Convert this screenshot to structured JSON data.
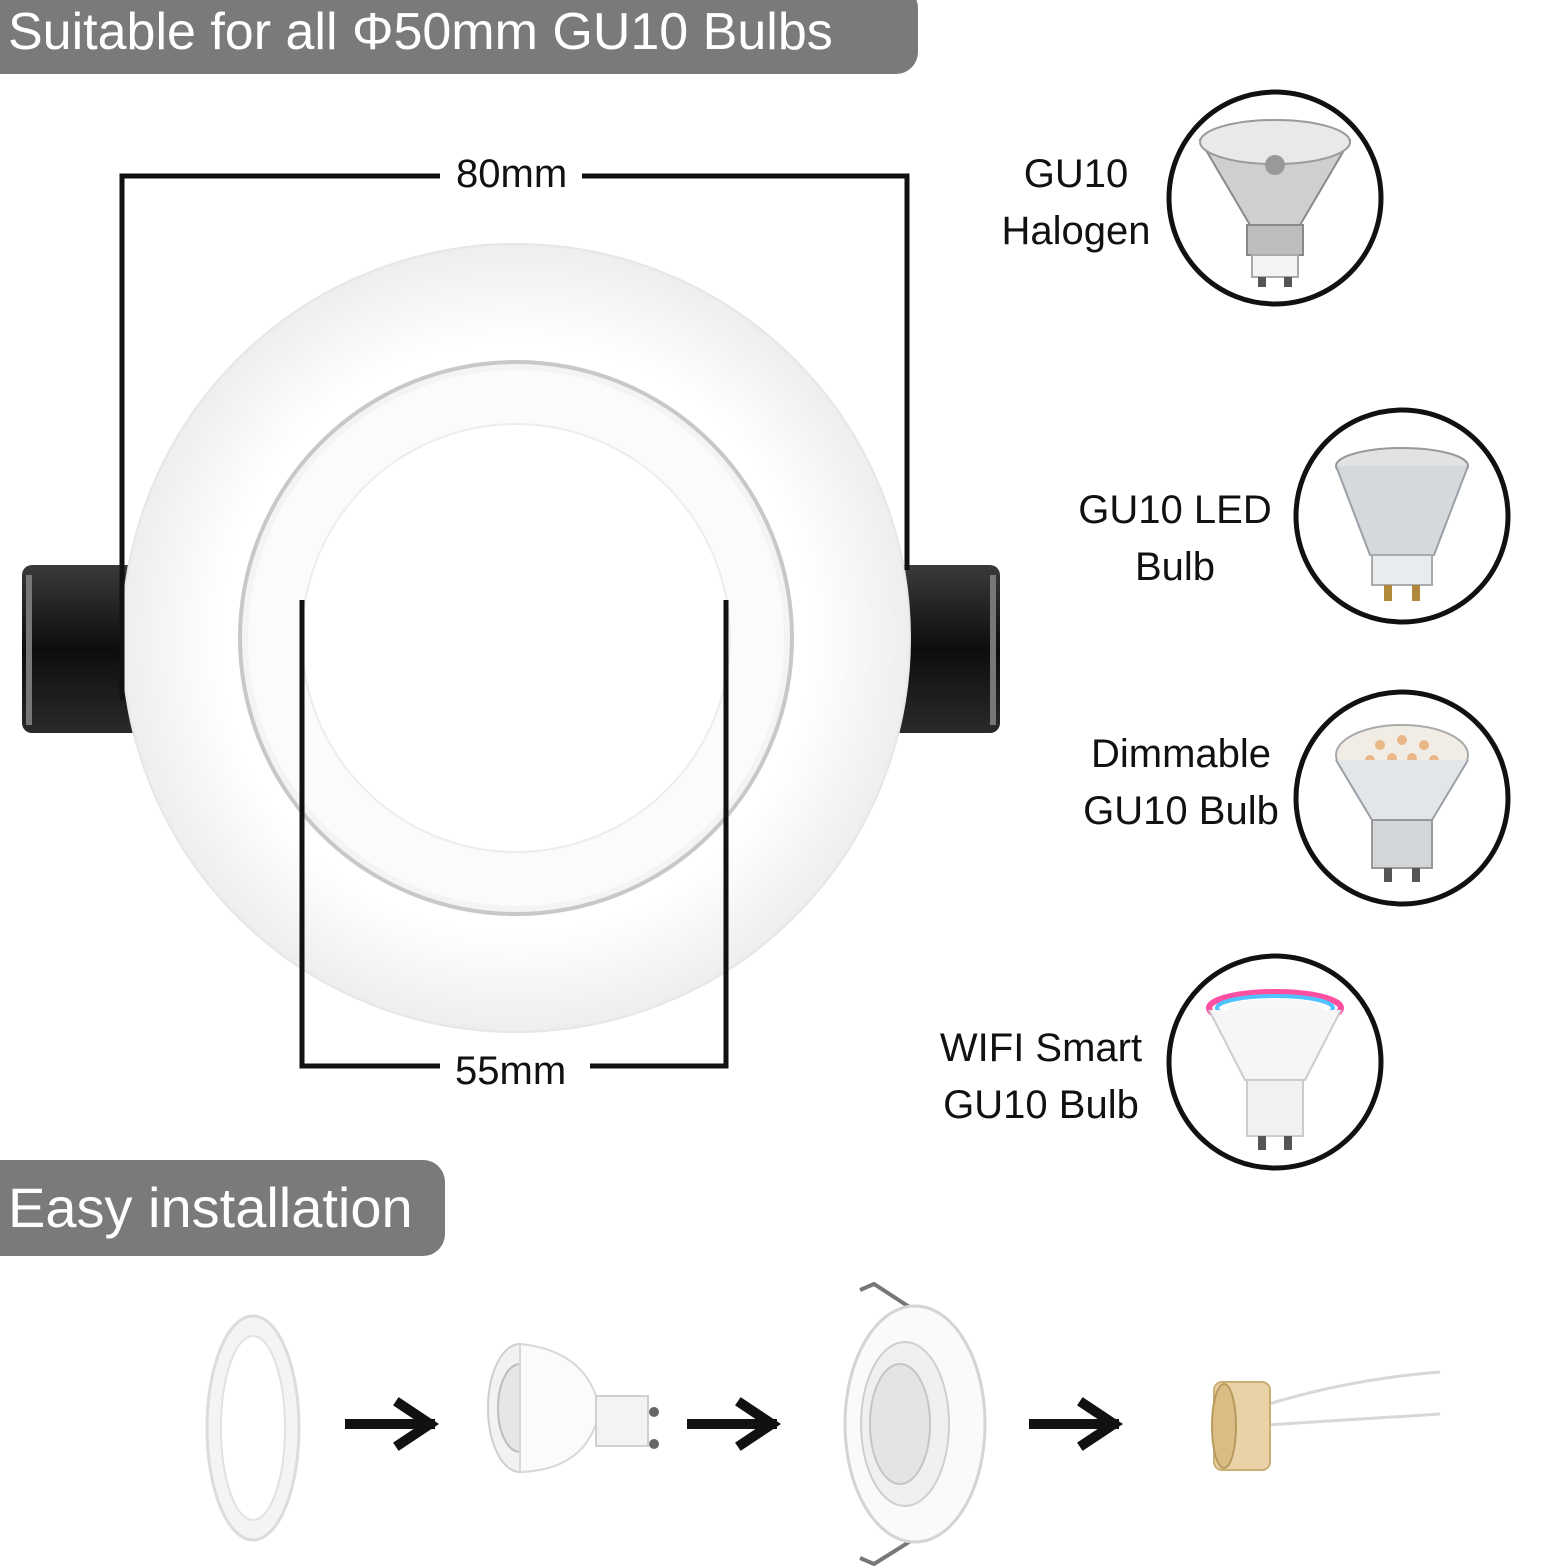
{
  "header": {
    "title": "Suitable for all Φ50mm GU10 Bulbs"
  },
  "dimensions": {
    "outer": "80mm",
    "inner": "55mm"
  },
  "bulbs": [
    {
      "line1": "GU10",
      "line2": "Halogen",
      "icon": "halogen-bulb-icon"
    },
    {
      "line1": "GU10 LED",
      "line2": "Bulb",
      "icon": "led-bulb-icon"
    },
    {
      "line1": "Dimmable",
      "line2": "GU10 Bulb",
      "icon": "dimmable-bulb-icon"
    },
    {
      "line1": "WIFI Smart",
      "line2": "GU10 Bulb",
      "icon": "smart-rgb-bulb-icon"
    }
  ],
  "installation": {
    "title": "Easy installation",
    "steps": [
      "trim-ring-icon",
      "gu10-led-bulb-icon",
      "downlight-fitting-icon",
      "gu10-socket-icon"
    ],
    "arrow_icon": "arrow-right-icon"
  },
  "colors": {
    "banner": "#7a7a7a",
    "banner_text": "#ffffff",
    "line": "#111111"
  }
}
